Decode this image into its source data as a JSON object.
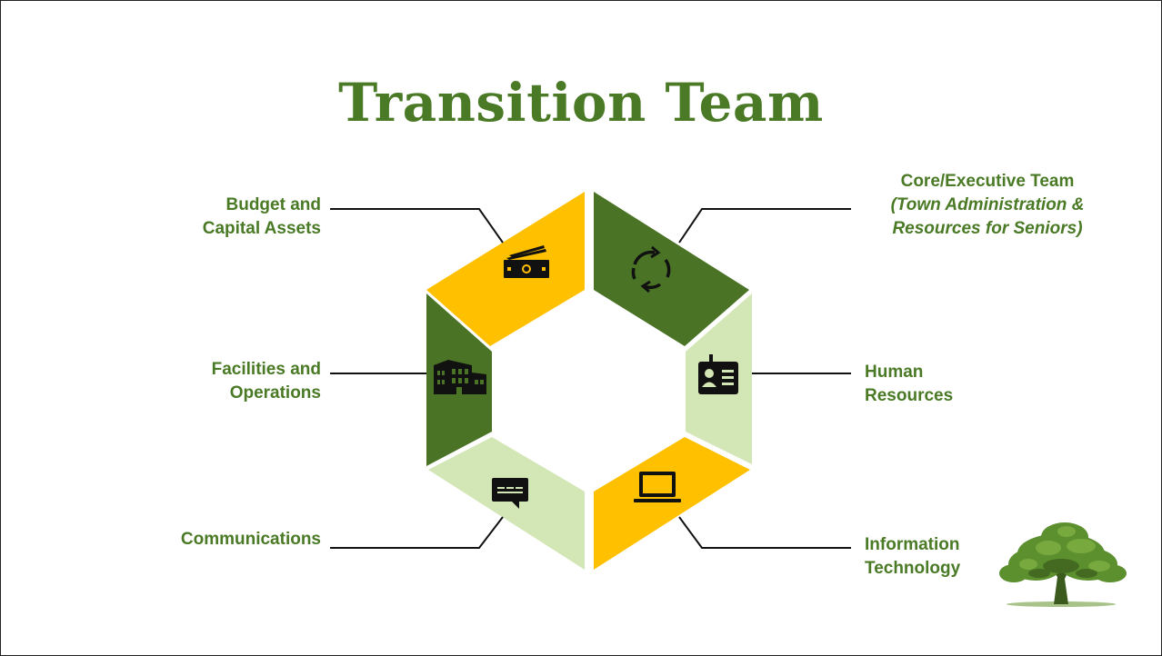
{
  "title": "Transition Team",
  "colors": {
    "title_green": "#4a7a25",
    "dark_green": "#4a7326",
    "gold": "#ffc000",
    "light_green": "#d3e6b5",
    "connector": "#111111"
  },
  "segments": [
    {
      "id": "core",
      "color": "dark_green",
      "icon": "refresh-cycle-icon",
      "label_lines": [
        "Core/Executive Team"
      ],
      "label_italic_lines": [
        "(Town Administration &",
        "Resources for Seniors)"
      ]
    },
    {
      "id": "hr",
      "color": "light_green",
      "icon": "id-badge-icon",
      "label_lines": [
        "Human",
        "Resources"
      ]
    },
    {
      "id": "it",
      "color": "gold",
      "icon": "laptop-icon",
      "label_lines": [
        "Information",
        "Technology"
      ]
    },
    {
      "id": "comms",
      "color": "light_green",
      "icon": "chat-message-icon",
      "label_lines": [
        "Communications"
      ]
    },
    {
      "id": "facilities",
      "color": "dark_green",
      "icon": "building-icon",
      "label_lines": [
        "Facilities and",
        "Operations"
      ]
    },
    {
      "id": "budget",
      "color": "gold",
      "icon": "money-bill-icon",
      "label_lines": [
        "Budget and",
        "Capital Assets"
      ]
    }
  ],
  "logo": {
    "icon": "tree-logo-icon"
  }
}
